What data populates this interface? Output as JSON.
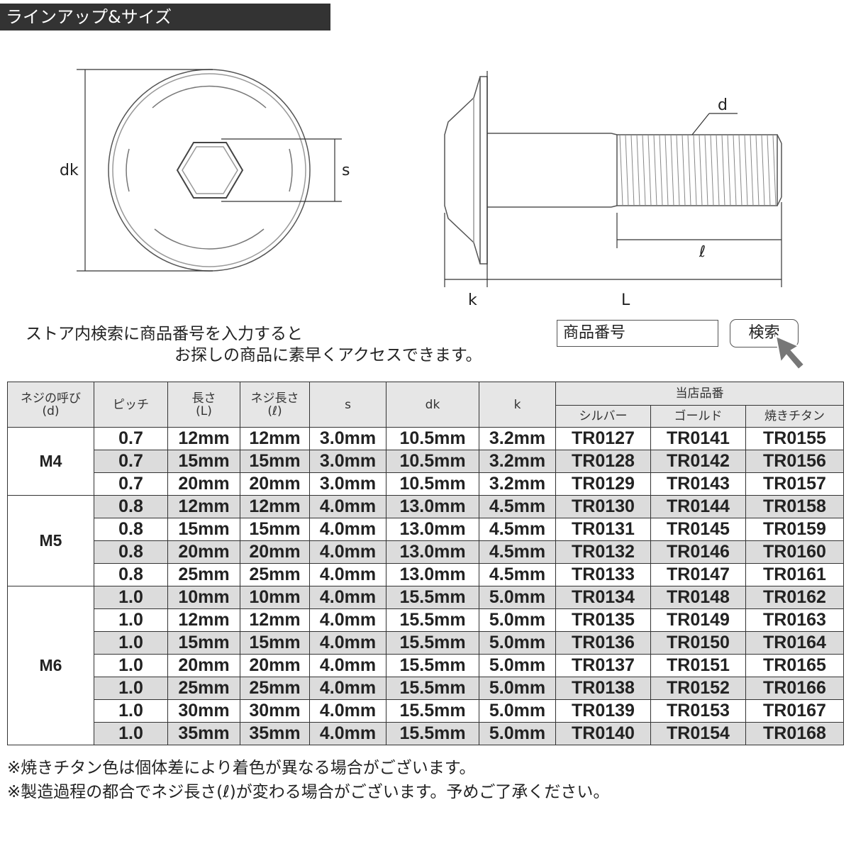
{
  "header": {
    "title": "ラインアップ&サイズ"
  },
  "diagram": {
    "labels": {
      "dk": "dk",
      "s": "s",
      "d": "d",
      "l_thread": "ℓ",
      "k": "k",
      "L": "L"
    }
  },
  "search": {
    "note_line1": "ストア内検索に商品番号を入力すると",
    "note_line2": "お探しの商品に素早くアクセスできます。",
    "input_value": "商品番号",
    "button_label": "検索"
  },
  "table": {
    "headers": {
      "size": "ネジの呼び",
      "size_sub": "(d)",
      "pitch": "ピッチ",
      "length": "長さ",
      "length_sub": "(L)",
      "thread_length": "ネジ長さ",
      "thread_length_sub": "(ℓ)",
      "s": "s",
      "dk": "dk",
      "k": "k",
      "part_numbers": "当店品番",
      "silver": "シルバー",
      "gold": "ゴールド",
      "burnt_titanium": "焼きチタン"
    },
    "groups": [
      {
        "size": "M4",
        "rows": [
          {
            "pitch": "0.7",
            "L": "12mm",
            "l": "12mm",
            "s": "3.0mm",
            "dk": "10.5mm",
            "k": "3.2mm",
            "silver": "TR0127",
            "gold": "TR0141",
            "burnt": "TR0155"
          },
          {
            "pitch": "0.7",
            "L": "15mm",
            "l": "15mm",
            "s": "3.0mm",
            "dk": "10.5mm",
            "k": "3.2mm",
            "silver": "TR0128",
            "gold": "TR0142",
            "burnt": "TR0156"
          },
          {
            "pitch": "0.7",
            "L": "20mm",
            "l": "20mm",
            "s": "3.0mm",
            "dk": "10.5mm",
            "k": "3.2mm",
            "silver": "TR0129",
            "gold": "TR0143",
            "burnt": "TR0157"
          }
        ]
      },
      {
        "size": "M5",
        "rows": [
          {
            "pitch": "0.8",
            "L": "12mm",
            "l": "12mm",
            "s": "4.0mm",
            "dk": "13.0mm",
            "k": "4.5mm",
            "silver": "TR0130",
            "gold": "TR0144",
            "burnt": "TR0158"
          },
          {
            "pitch": "0.8",
            "L": "15mm",
            "l": "15mm",
            "s": "4.0mm",
            "dk": "13.0mm",
            "k": "4.5mm",
            "silver": "TR0131",
            "gold": "TR0145",
            "burnt": "TR0159"
          },
          {
            "pitch": "0.8",
            "L": "20mm",
            "l": "20mm",
            "s": "4.0mm",
            "dk": "13.0mm",
            "k": "4.5mm",
            "silver": "TR0132",
            "gold": "TR0146",
            "burnt": "TR0160"
          },
          {
            "pitch": "0.8",
            "L": "25mm",
            "l": "25mm",
            "s": "4.0mm",
            "dk": "13.0mm",
            "k": "4.5mm",
            "silver": "TR0133",
            "gold": "TR0147",
            "burnt": "TR0161"
          }
        ]
      },
      {
        "size": "M6",
        "rows": [
          {
            "pitch": "1.0",
            "L": "10mm",
            "l": "10mm",
            "s": "4.0mm",
            "dk": "15.5mm",
            "k": "5.0mm",
            "silver": "TR0134",
            "gold": "TR0148",
            "burnt": "TR0162"
          },
          {
            "pitch": "1.0",
            "L": "12mm",
            "l": "12mm",
            "s": "4.0mm",
            "dk": "15.5mm",
            "k": "5.0mm",
            "silver": "TR0135",
            "gold": "TR0149",
            "burnt": "TR0163"
          },
          {
            "pitch": "1.0",
            "L": "15mm",
            "l": "15mm",
            "s": "4.0mm",
            "dk": "15.5mm",
            "k": "5.0mm",
            "silver": "TR0136",
            "gold": "TR0150",
            "burnt": "TR0164"
          },
          {
            "pitch": "1.0",
            "L": "20mm",
            "l": "20mm",
            "s": "4.0mm",
            "dk": "15.5mm",
            "k": "5.0mm",
            "silver": "TR0137",
            "gold": "TR0151",
            "burnt": "TR0165"
          },
          {
            "pitch": "1.0",
            "L": "25mm",
            "l": "25mm",
            "s": "4.0mm",
            "dk": "15.5mm",
            "k": "5.0mm",
            "silver": "TR0138",
            "gold": "TR0152",
            "burnt": "TR0166"
          },
          {
            "pitch": "1.0",
            "L": "30mm",
            "l": "30mm",
            "s": "4.0mm",
            "dk": "15.5mm",
            "k": "5.0mm",
            "silver": "TR0139",
            "gold": "TR0153",
            "burnt": "TR0167"
          },
          {
            "pitch": "1.0",
            "L": "35mm",
            "l": "35mm",
            "s": "4.0mm",
            "dk": "15.5mm",
            "k": "5.0mm",
            "silver": "TR0140",
            "gold": "TR0154",
            "burnt": "TR0168"
          }
        ]
      }
    ]
  },
  "notes": {
    "note1": "※焼きチタン色は個体差により着色が異なる場合がございます。",
    "note2": "※製造過程の都合でネジ長さ(ℓ)が変わる場合がございます。予めご了承ください。"
  }
}
